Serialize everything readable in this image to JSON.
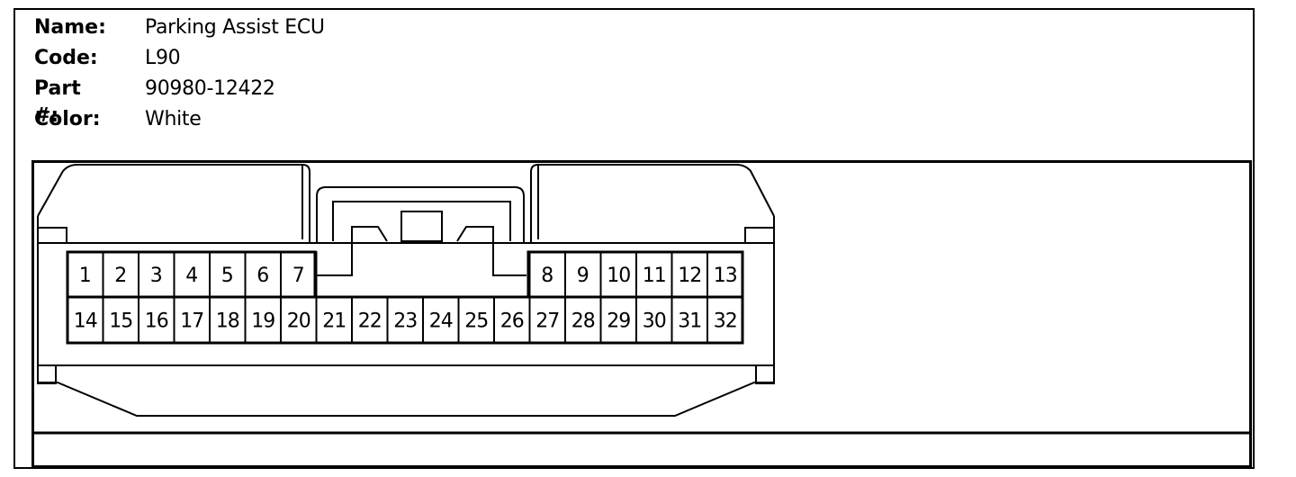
{
  "info": {
    "name": {
      "label": "Name:",
      "value": "Parking Assist ECU"
    },
    "code": {
      "label": "Code:",
      "value": "L90"
    },
    "part": {
      "label": "Part #:",
      "value": "90980-12422"
    },
    "color": {
      "label": "Color:",
      "value": "White"
    }
  },
  "connector": {
    "top_row_pins": [
      "1",
      "2",
      "3",
      "4",
      "5",
      "6",
      "7",
      "8",
      "9",
      "10",
      "11",
      "12",
      "13"
    ],
    "bottom_row_pins": [
      "14",
      "15",
      "16",
      "17",
      "18",
      "19",
      "20",
      "21",
      "22",
      "23",
      "24",
      "25",
      "26",
      "27",
      "28",
      "29",
      "30",
      "31",
      "32"
    ]
  }
}
